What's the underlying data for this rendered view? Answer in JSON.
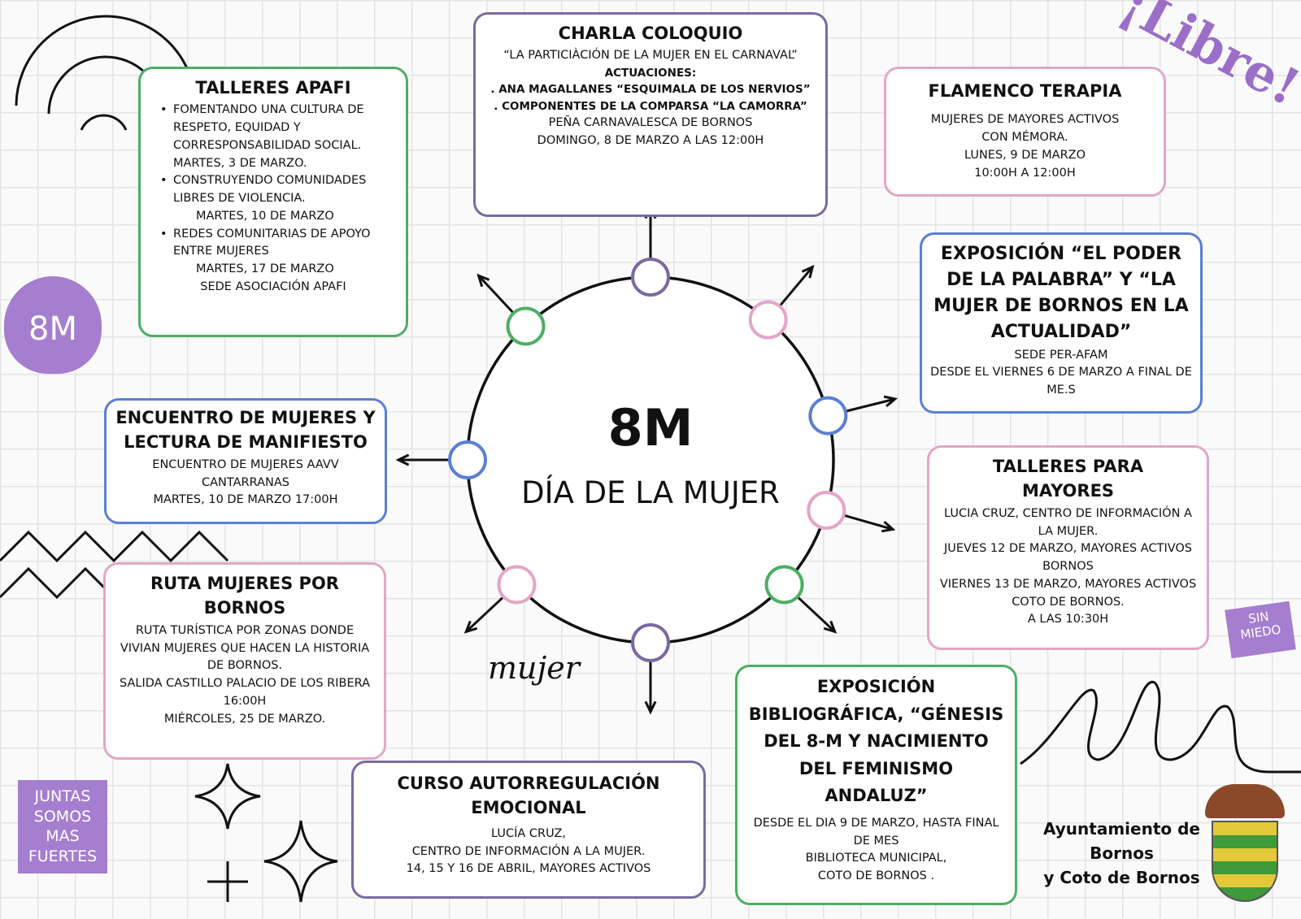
{
  "center": {
    "title": "8M",
    "subtitle": "DÍA DE LA MUJER"
  },
  "charla": {
    "title": "CHARLA COLOQUIO",
    "quote": "“LA PARTICIÀCIÓN DE LA MUJER EN EL CARNAVAL”",
    "act_label": "ACTUACIONES:",
    "act1": ". ANA MAGALLANES “ESQUIMALA DE LOS NERVIOS”",
    "act2": ". COMPONENTES DE LA COMPARSA “LA CAMORRA”",
    "place": "PEÑA CARNAVALESCA DE BORNOS",
    "date": "DOMINGO, 8 DE MARZO A LAS 12:00H"
  },
  "apafi": {
    "title": "TALLERES APAFI",
    "items": [
      {
        "text": "FOMENTANDO UNA CULTURA DE RESPETO, EQUIDAD Y CORRESPONSABILIDAD SOCIAL. MARTES, 3 DE MARZO."
      },
      {
        "text": "CONSTRUYENDO COMUNIDADES LIBRES DE VIOLENCIA.",
        "date": "MARTES, 10 DE MARZO"
      },
      {
        "text": "REDES COMUNITARIAS DE APOYO ENTRE MUJERES",
        "date": "MARTES, 17 DE MARZO"
      }
    ],
    "place": "SEDE ASOCIACIÓN APAFI"
  },
  "flamenco": {
    "title": "FLAMENCO TERAPIA",
    "l1": "MUJERES DE MAYORES ACTIVOS CON MÉMORA.",
    "l2": "LUNES, 9 DE MARZO",
    "l3": "10:00H A 12:00H"
  },
  "expo_palabra": {
    "title": "EXPOSICIÓN “EL PODER DE LA PALABRA” Y “LA MUJER DE BORNOS EN LA ACTUALIDAD”",
    "l1": "SEDE PER-AFAM",
    "l2": "DESDE EL VIERNES 6 DE MARZO A FINAL DE ME.S"
  },
  "encuentro": {
    "title": "ENCUENTRO DE MUJERES Y LECTURA DE MANIFIESTO",
    "l1": "ENCUENTRO DE MUJERES AAVV CANTARRANAS",
    "l2": "MARTES, 10 DE MARZO 17:00h"
  },
  "mayores": {
    "title": "TALLERES PARA MAYORES",
    "l1": "LUCIA CRUZ, CENTRO DE INFORMACIÓN A LA MUJER.",
    "l2": "JUEVES 12 DE MARZO, MAYORES ACTIVOS BORNOS",
    "l3": "VIERNES 13 DE MARZO, MAYORES ACTIVOS COTO DE BORNOS.",
    "l4": "A LAS 10:30H"
  },
  "ruta": {
    "title": "RUTA MUJERES POR BORNOS",
    "l1": "RUTA TURÍSTICA POR ZONAS DONDE VIVIAN MUJERES QUE HACEN LA HISTORIA DE BORNOS.",
    "l2": "SALIDA CASTILLO PALACIO DE LOS RIBERA 16:00H",
    "l3": "MIÉRCOLES, 25 DE MARZO."
  },
  "curso": {
    "title": "CURSO AUTORREGULACIÓN EMOCIONAL",
    "l1": "LUCÍA CRUZ,",
    "l2": "CENTRO DE INFORMACIÓN A LA MUJER.",
    "l3": "14, 15 Y 16 DE ABRIL, MAYORES ACTIVOS"
  },
  "biblio": {
    "title": "EXPOSICIÓN BIBLIOGRÁFICA, “GÉNESIS DEL 8-M Y NACIMIENTO DEL FEMINISMO ANDALUZ”",
    "l1": "DESDE EL DIA 9 DE MARZO, HASTA FINAL DE MES",
    "l2": "BIBLIOTECA MUNICIPAL,",
    "l3": "COTO DE BORNOS ."
  },
  "footer": {
    "org1": "Ayuntamiento de",
    "org2": "Bornos",
    "org3": "y Coto de Bornos"
  },
  "decorations": {
    "libre": "¡Libre!",
    "mujer": "mujer",
    "flame": "8M",
    "sin_miedo": "SIN MIEDO",
    "juntas": "JUNTAS SOMOS MAS FUERTES"
  },
  "colors": {
    "purple": "#7b6aa0",
    "green": "#4caf62",
    "pink": "#e3a6c6",
    "blue": "#5b7fd6",
    "accent": "#9b6fc8"
  }
}
